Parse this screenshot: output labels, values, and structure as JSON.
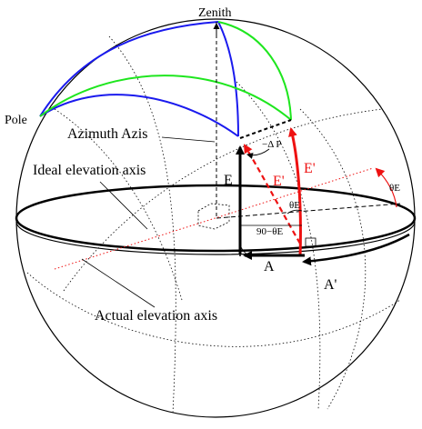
{
  "labels": {
    "zenith": "Zenith",
    "pole": "Pole",
    "azimuth_axis": "Azimuth Azis",
    "delta_p": "−Δ P",
    "e": "E",
    "e_prime_inner": "E'",
    "e_prime_outer": "E'",
    "theta_e_right": "θE",
    "theta_e_mid": "θE",
    "ninety_minus_theta": "90−θE",
    "ideal_elevation_axis": "Ideal elevation axis",
    "a": "A",
    "a_prime": "A'",
    "actual_elevation_axis": "Actual elevation axis"
  },
  "colors": {
    "blue_arc": "#1a1aee",
    "green_arc": "#1ee61e",
    "red": "#ee1111",
    "line": "#000000"
  }
}
